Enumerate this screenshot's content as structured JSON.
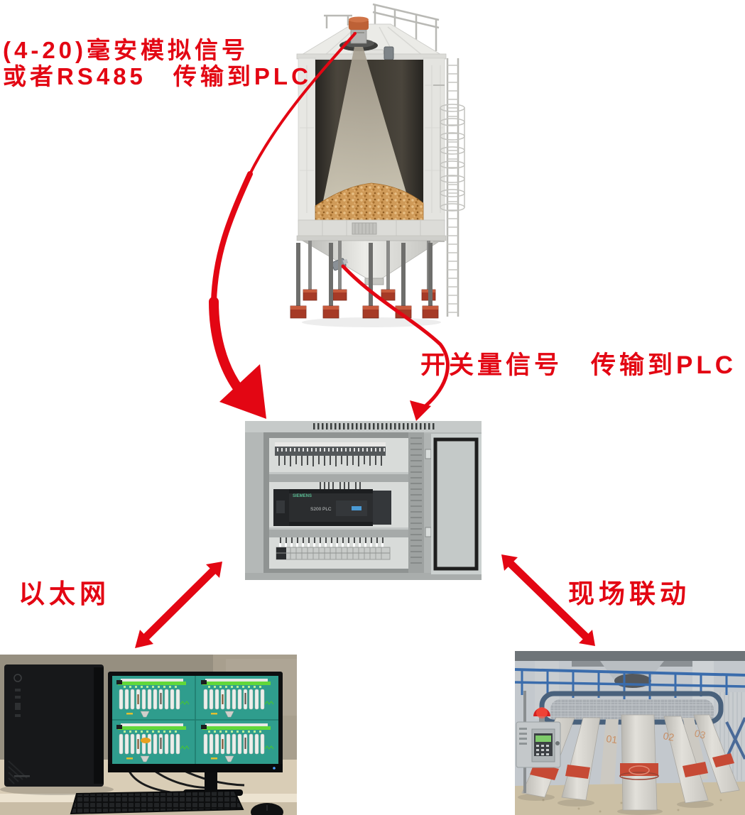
{
  "colors": {
    "signal_red": "#e30613",
    "screen_teal": "#2f9d8d",
    "conveyor_green": "#62d83a",
    "grain_tan": "#cf9a58",
    "foot_red": "#a63a26",
    "railing_blue": "#3a6cac",
    "cabinet_gray": "#b4b8b7"
  },
  "labels": {
    "analog_line1": "(4-20)毫安模拟信号",
    "analog_line2": "或者RS485　传输到PLC",
    "switch_signal": "开关量信号　传输到PLC",
    "ethernet": "以太网",
    "field_linkage": "现场联动"
  },
  "plc": {
    "brand": "SIEMENS",
    "model": "S200 PLC"
  },
  "site": {
    "chute_numbers": [
      "01",
      "02",
      "03"
    ]
  },
  "connections": [
    {
      "from": "silo-radar-level-sensor",
      "to": "plc-cabinet",
      "label": "(4-20)毫安模拟信号 或者RS485 传输到PLC",
      "style": "tapered-curved-arrow"
    },
    {
      "from": "silo-cone-level-switch",
      "to": "plc-cabinet",
      "label": "开关量信号 传输到PLC",
      "style": "thin-curved-arrow"
    },
    {
      "from": "plc-cabinet",
      "to": "monitoring-computer",
      "label": "以太网",
      "style": "double-headed-arrow"
    },
    {
      "from": "plc-cabinet",
      "to": "site-discharge-equipment",
      "label": "现场联动",
      "style": "double-headed-arrow"
    }
  ]
}
